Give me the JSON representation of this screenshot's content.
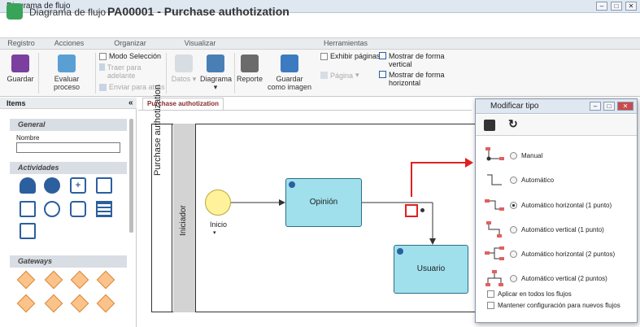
{
  "window": {
    "title": "Diagrama de flujo"
  },
  "header": {
    "crumb": "Diagrama de flujo",
    "separator": "›",
    "title": "PA00001 - Purchase authotization"
  },
  "ribbon": {
    "groups": [
      "Registro",
      "Acciones",
      "Organizar",
      "Visualizar",
      "Herramientas"
    ],
    "buttons": {
      "guardar": "Guardar",
      "evaluar": "Evaluar proceso",
      "modo": "Modo Selección",
      "traer": "Traer para adelante",
      "enviar": "Enviar para atrás",
      "datos": "Datos",
      "diagrama": "Diagrama",
      "reporte": "Reporte",
      "guardar_img": "Guardar como imagen",
      "exhibir": "Exhibir páginas",
      "pagina": "Página",
      "mostrar_vert": "Mostrar de forma vertical",
      "mostrar_horiz": "Mostrar de forma horizontal"
    }
  },
  "left_panel": {
    "title": "Items",
    "collapse": "«",
    "sections": {
      "general": "General",
      "actividades": "Actividades",
      "gateways": "Gateways"
    },
    "nombre_label": "Nombre",
    "nombre_value": ""
  },
  "canvas": {
    "tab": "Purchase authotization",
    "pool_label": "Purchase authotization",
    "lane_label": "Iniciador",
    "start_label": "Inicio",
    "task1": "Opinión",
    "task2": "Usuario"
  },
  "dialog": {
    "title": "Modificar tipo",
    "options": [
      {
        "label": "Manual",
        "selected": false
      },
      {
        "label": "Automático",
        "selected": false
      },
      {
        "label": "Automático horizontal (1 punto)",
        "selected": true
      },
      {
        "label": "Automático vertical (1 punto)",
        "selected": false
      },
      {
        "label": "Automático horizontal (2 puntos)",
        "selected": false
      },
      {
        "label": "Automático vertical (2 puntos)",
        "selected": false
      }
    ],
    "aplicar": "Aplicar en todos los flujos",
    "mantener": "Mantener configuración para nuevos flujos"
  },
  "colors": {
    "accent": "#2c5f9e",
    "task_fill": "#9fe0ec",
    "highlight": "#e02020",
    "start_fill": "#fff29a"
  }
}
